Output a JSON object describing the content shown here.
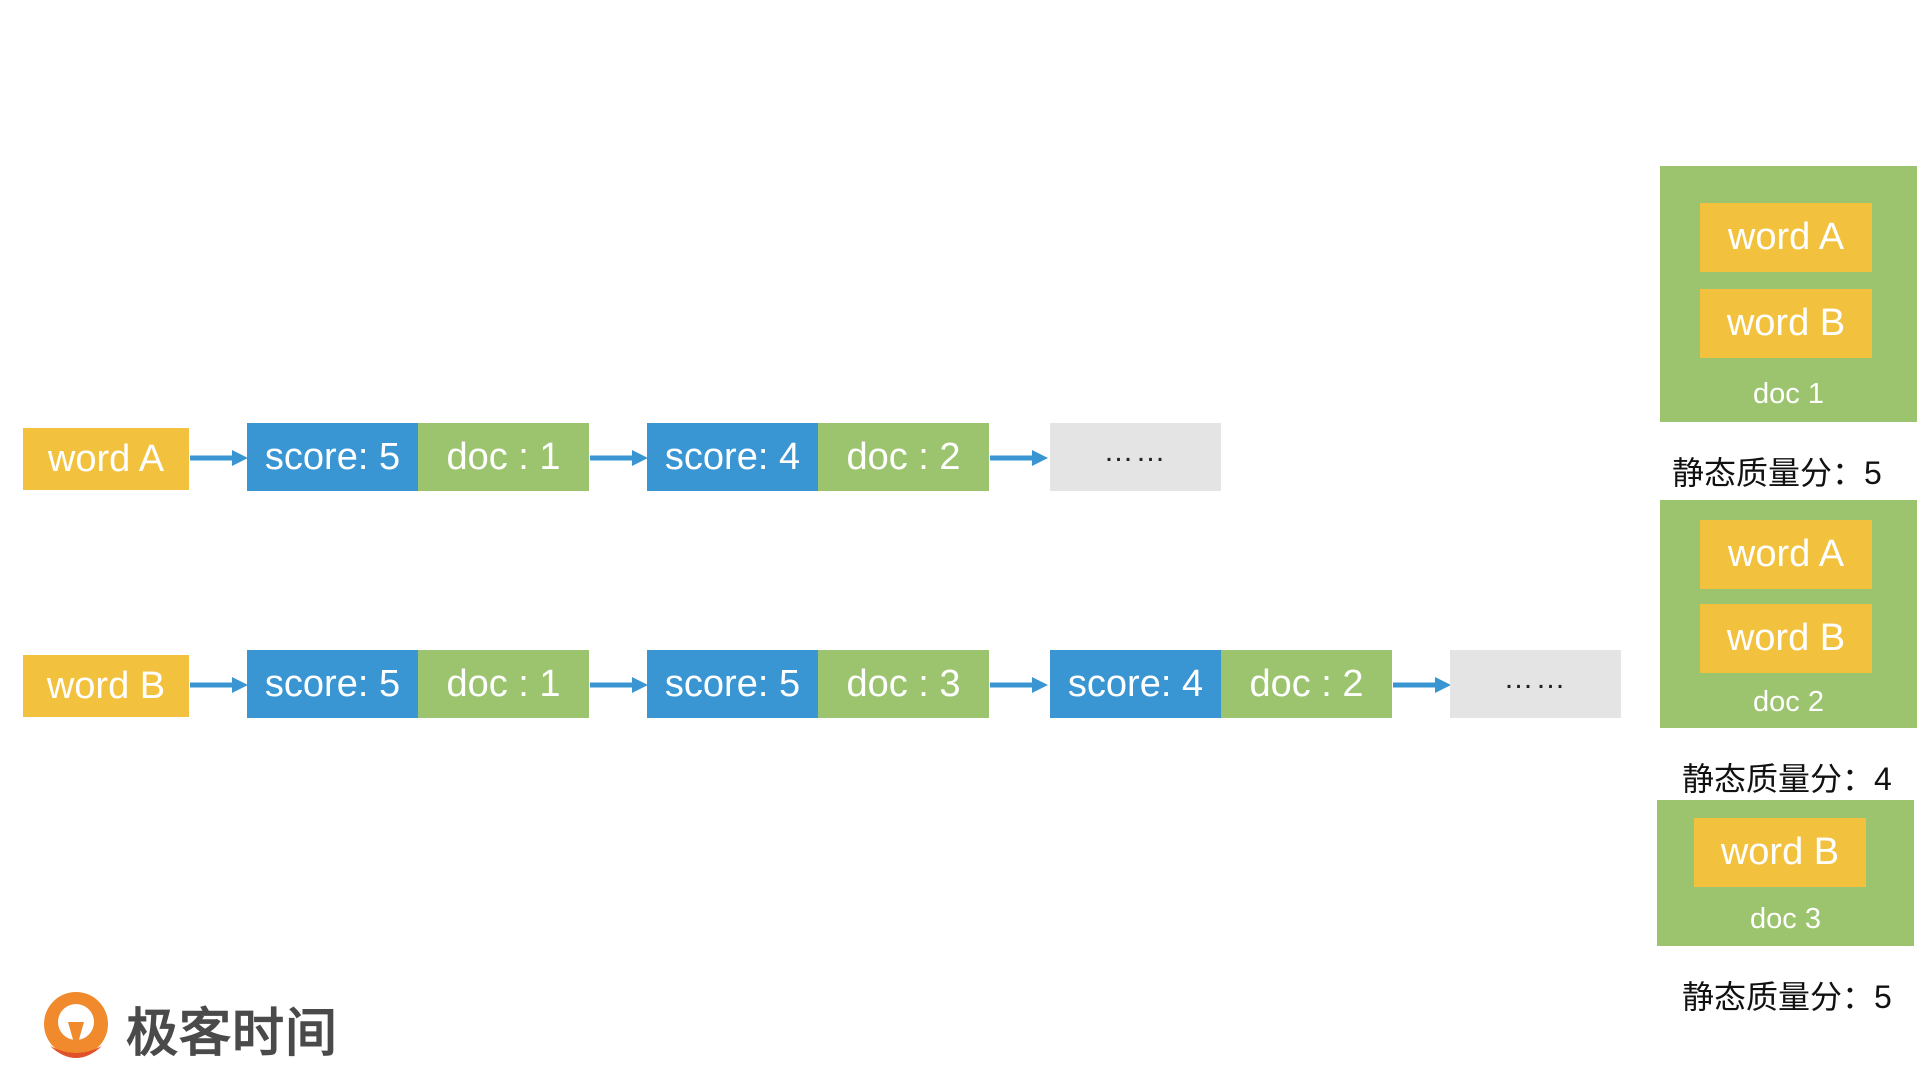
{
  "rows": [
    {
      "term": "word A",
      "postings": [
        {
          "score": "score: 5",
          "doc": "doc : 1"
        },
        {
          "score": "score: 4",
          "doc": "doc : 2"
        }
      ],
      "ellipsis": "……"
    },
    {
      "term": "word B",
      "postings": [
        {
          "score": "score: 5",
          "doc": "doc : 1"
        },
        {
          "score": "score: 5",
          "doc": "doc : 3"
        },
        {
          "score": "score: 4",
          "doc": "doc : 2"
        }
      ],
      "ellipsis": "……"
    }
  ],
  "docs": [
    {
      "words": [
        "word A",
        "word B"
      ],
      "label": "doc 1",
      "quality": "静态质量分：5"
    },
    {
      "words": [
        "word A",
        "word B"
      ],
      "label": "doc 2",
      "quality": "静态质量分：4"
    },
    {
      "words": [
        "word B"
      ],
      "label": "doc 3",
      "quality": "静态质量分：5"
    }
  ],
  "logo": {
    "text": "极客时间",
    "icon": "geektime-logo-icon"
  },
  "colors": {
    "word": "#F2C23F",
    "score": "#3A96D3",
    "doc": "#9CC46E",
    "ellipsis": "#E4E4E4",
    "arrow": "#3A96D3"
  }
}
